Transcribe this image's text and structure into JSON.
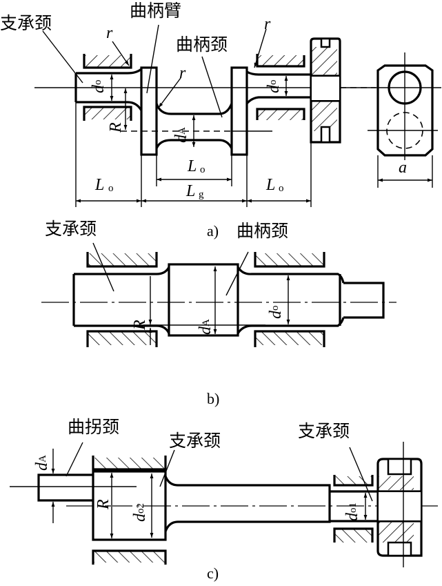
{
  "figure": {
    "panels": [
      {
        "caption": "a)",
        "labels": {
          "main_journal": "支承颈",
          "crank_arm": "曲柄臂",
          "crank_pin": "曲柄颈",
          "fillet_r1": "r",
          "fillet_r2": "r",
          "fillet_r3": "r"
        },
        "dimensions": {
          "d": "d",
          "d_sub": "o",
          "d2": "d",
          "d2_sub": "o",
          "dA": "d",
          "dA_sub": "A",
          "R": "R",
          "L_left": "L",
          "L_left_sub": "o",
          "L_pin": "L",
          "L_pin_sub": "o",
          "Lg": "L",
          "Lg_sub": "g",
          "L_right": "L",
          "L_right_sub": "o",
          "a": "a"
        }
      },
      {
        "caption": "b)",
        "labels": {
          "main_journal": "支承颈",
          "crank_pin": "曲柄颈"
        },
        "dimensions": {
          "R": "R",
          "dA": "d",
          "dA_sub": "A",
          "d": "d",
          "d_sub": "o"
        }
      },
      {
        "caption": "c)",
        "labels": {
          "crank_pin": "曲拐颈",
          "journal_left": "支承颈",
          "journal_right": "支承颈"
        },
        "dimensions": {
          "dA": "d",
          "dA_sub": "A",
          "R": "R",
          "do2": "d",
          "do2_sub": "o2",
          "do1": "d",
          "do1_sub": "o1"
        }
      }
    ]
  }
}
